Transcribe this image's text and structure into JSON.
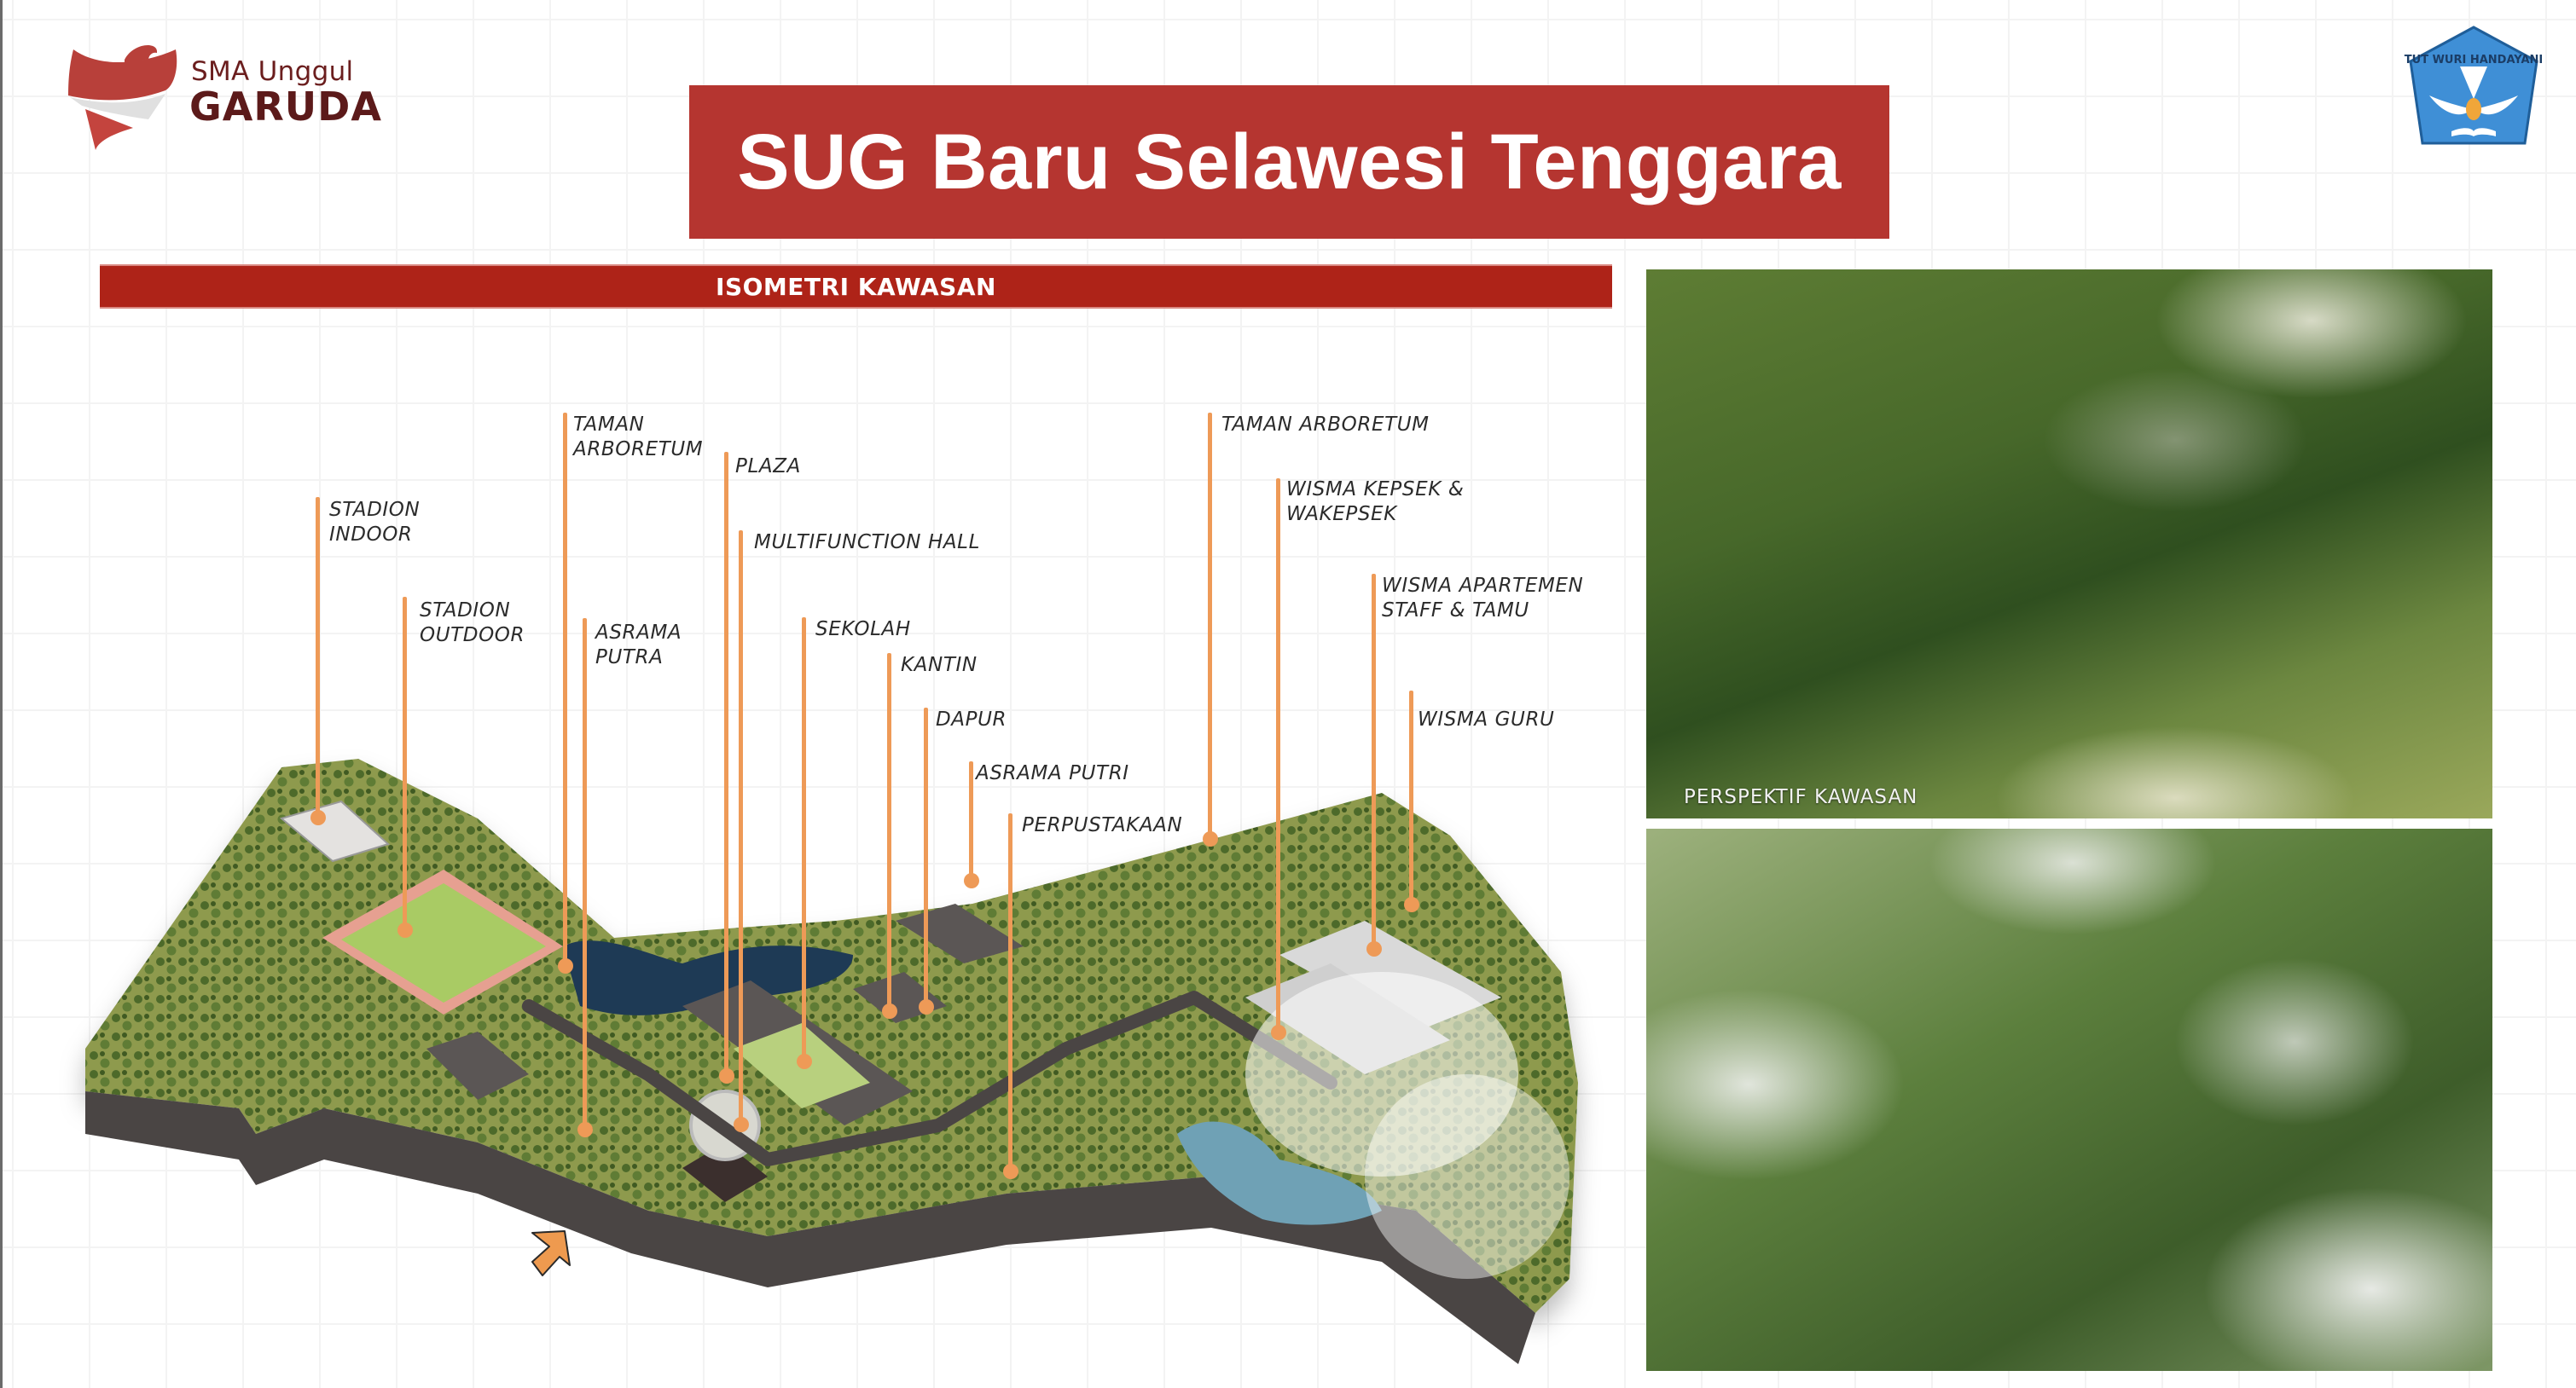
{
  "logo": {
    "line1": "SMA Unggul",
    "line2": "GARUDA",
    "icon": "garuda-ribbon-logo-icon"
  },
  "emblem": {
    "text": "TUT WURI HANDAYANI",
    "icon": "tut-wuri-handayani-emblem-icon"
  },
  "title": "SUG Baru Selawesi Tenggara",
  "section": {
    "title": "ISOMETRI KAWASAN"
  },
  "colors": {
    "title_banner": "#b53530",
    "section_bar": "#ae2318",
    "callout": "#ee9a57",
    "logo_text": "#5c1a1a"
  },
  "callouts": [
    {
      "label": "STADION\nINDOOR"
    },
    {
      "label": "STADION\nOUTDOOR"
    },
    {
      "label": "TAMAN\nARBORETUM"
    },
    {
      "label": "ASRAMA\nPUTRA"
    },
    {
      "label": "PLAZA"
    },
    {
      "label": "MULTIFUNCTION HALL"
    },
    {
      "label": "SEKOLAH"
    },
    {
      "label": "KANTIN"
    },
    {
      "label": "DAPUR"
    },
    {
      "label": "ASRAMA PUTRI"
    },
    {
      "label": "PERPUSTAKAAN"
    },
    {
      "label": "TAMAN ARBORETUM"
    },
    {
      "label": "WISMA KEPSEK &\nWAKEPSEK"
    },
    {
      "label": "WISMA APARTEMEN\nSTAFF & TAMU"
    },
    {
      "label": "WISMA GURU"
    }
  ],
  "map": {
    "entrance_icon": "entrance-arrow-icon"
  },
  "photos": {
    "top": {
      "caption": "PERSPEKTIF KAWASAN"
    },
    "bottom": {
      "caption": ""
    }
  }
}
